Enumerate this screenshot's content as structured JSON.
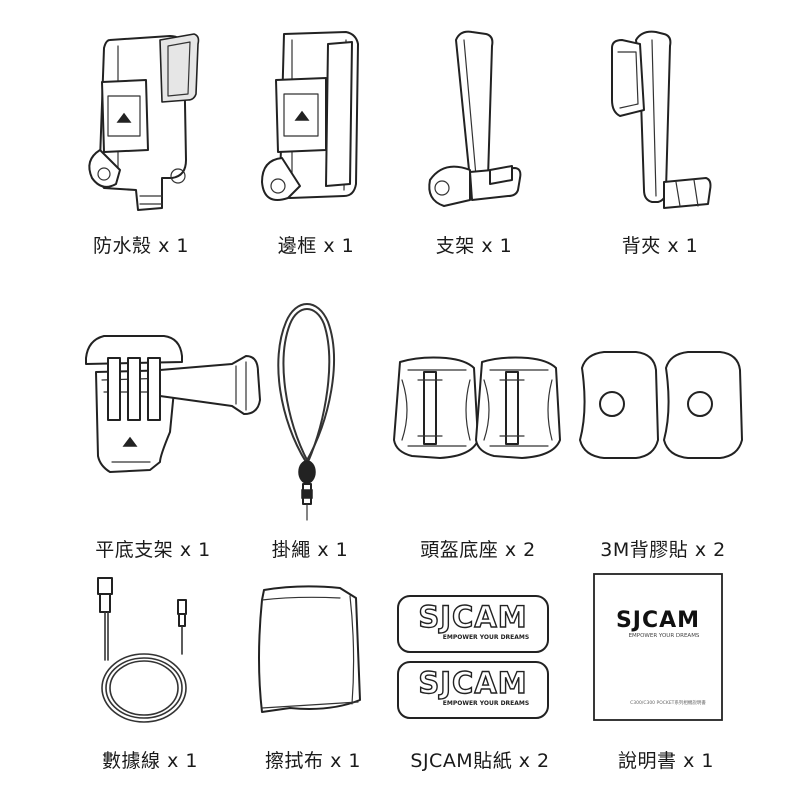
{
  "items": [
    {
      "label": "防水殼 x 1",
      "icon": "waterproof-case-icon"
    },
    {
      "label": "邊框 x 1",
      "icon": "frame-case-icon"
    },
    {
      "label": "支架 x 1",
      "icon": "bracket-icon"
    },
    {
      "label": "背夾 x 1",
      "icon": "back-clip-icon"
    },
    {
      "label": "平底支架 x 1",
      "icon": "flat-mount-icon"
    },
    {
      "label": "掛繩 x 1",
      "icon": "lanyard-icon"
    },
    {
      "label": "頭盔底座 x 2",
      "icon": "helmet-base-icon"
    },
    {
      "label": "3M背膠貼 x  2",
      "icon": "adhesive-pad-icon"
    },
    {
      "label": "數據線 x 1",
      "icon": "usb-cable-icon"
    },
    {
      "label": "擦拭布 x 1",
      "icon": "cleaning-cloth-icon"
    },
    {
      "label": "SJCAM貼紙 x 2",
      "icon": "sjcam-sticker-icon"
    },
    {
      "label": "說明書 x 1",
      "icon": "manual-icon"
    }
  ],
  "sticker": {
    "brand": "SJCAM",
    "tagline": "EMPOWER YOUR DREAMS"
  },
  "manual": {
    "brand": "SJCAM",
    "tagline": "EMPOWER YOUR DREAMS",
    "footer": "C300/C300 POCKET系列相機說明書"
  },
  "colors": {
    "accent": "#d62b2b",
    "line": "#222222"
  }
}
